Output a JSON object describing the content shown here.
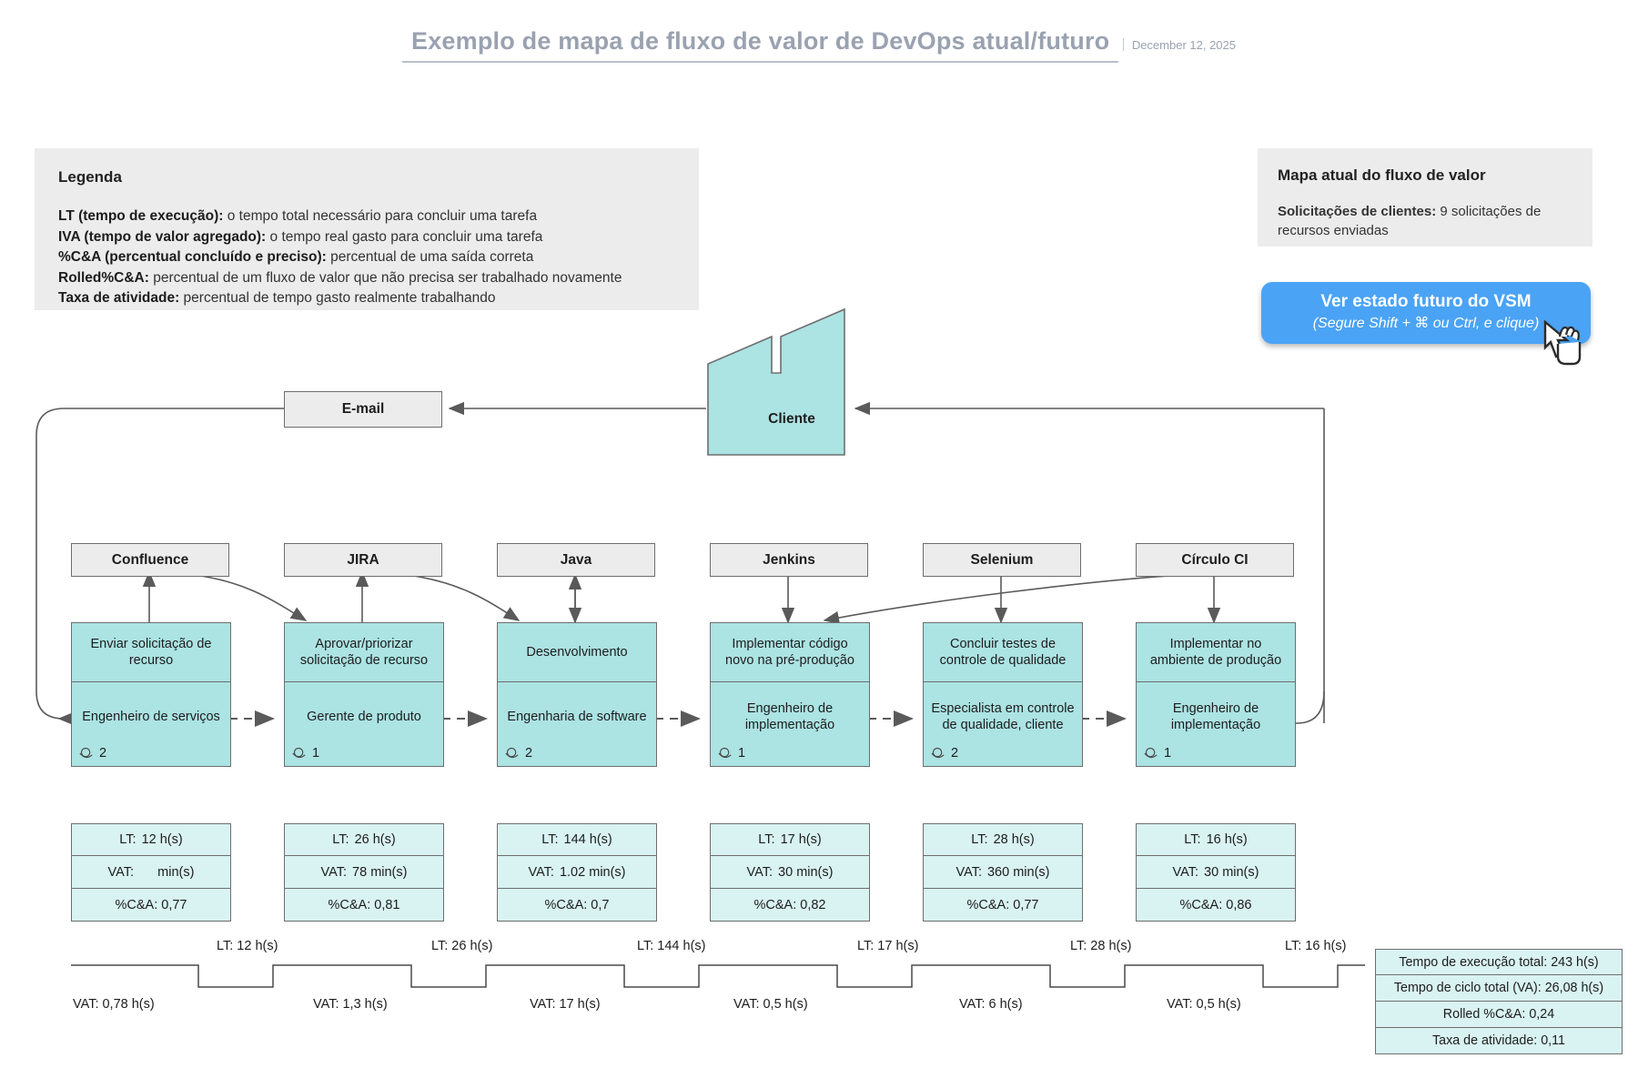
{
  "header": {
    "title": "Exemplo de mapa de fluxo de valor de DevOps atual/futuro",
    "date": "December 12, 2025"
  },
  "legend": {
    "title": "Legenda",
    "lines": [
      {
        "term": "LT (tempo de execução):",
        "desc": " o tempo total necessário para concluir uma tarefa"
      },
      {
        "term": "IVA (tempo de valor agregado):",
        "desc": " o tempo real gasto para concluir uma tarefa"
      },
      {
        "term": "%C&A (percentual concluído e preciso):",
        "desc": " percentual de uma saída correta"
      },
      {
        "term": "Rolled%C&A:",
        "desc": " percentual de um fluxo de valor que não precisa ser trabalhado novamente"
      },
      {
        "term": "Taxa de atividade:",
        "desc": " percentual de tempo gasto realmente trabalhando"
      }
    ]
  },
  "info_panel": {
    "title": "Mapa atual do fluxo de valor",
    "body_term": "Solicitações de clientes:",
    "body_desc": " 9 solicitações de recursos enviadas"
  },
  "cta": {
    "label": "Ver estado futuro do VSM",
    "sublabel": "(Segure Shift + ⌘ ou Ctrl, e clique)",
    "color": "#4aa3f5"
  },
  "nodes": {
    "email": "E-mail",
    "cliente": "Cliente"
  },
  "systems": [
    "Confluence",
    "JIRA",
    "Java",
    "Jenkins",
    "Selenium",
    "Círculo CI"
  ],
  "processes": [
    {
      "task": "Enviar solicitação de recurso",
      "role": "Engenheiro de serviços",
      "count": "2"
    },
    {
      "task": "Aprovar/priorizar solicitação de recurso",
      "role": "Gerente de produto",
      "count": "1"
    },
    {
      "task": "Desenvolvimento",
      "role": "Engenharia de software",
      "count": "2"
    },
    {
      "task": "Implementar código novo na pré-produção",
      "role": "Engenheiro de implementação",
      "count": "1"
    },
    {
      "task": "Concluir testes de controle de qualidade",
      "role": "Especialista em controle de qualidade, cliente",
      "count": "2"
    },
    {
      "task": "Implementar no ambiente de produção",
      "role": "Engenheiro de implementação",
      "count": "1"
    }
  ],
  "metrics": [
    {
      "lt_label": "LT:",
      "lt_value": "12 h(s)",
      "vat_label": "VAT:",
      "vat_value": "",
      "vat_unit": "min(s)",
      "ca": "%C&A: 0,77"
    },
    {
      "lt_label": "LT:",
      "lt_value": "26 h(s)",
      "vat_label": "VAT:",
      "vat_value": "78",
      "vat_unit": "min(s)",
      "ca": "%C&A: 0,81"
    },
    {
      "lt_label": "LT:",
      "lt_value": "144 h(s)",
      "vat_label": "VAT:",
      "vat_value": "1.02",
      "vat_unit": "min(s)",
      "ca": "%C&A: 0,7"
    },
    {
      "lt_label": "LT:",
      "lt_value": "17 h(s)",
      "vat_label": "VAT:",
      "vat_value": "30",
      "vat_unit": "min(s)",
      "ca": "%C&A: 0,82"
    },
    {
      "lt_label": "LT:",
      "lt_value": "28 h(s)",
      "vat_label": "VAT:",
      "vat_value": "360",
      "vat_unit": "min(s)",
      "ca": "%C&A: 0,77"
    },
    {
      "lt_label": "LT:",
      "lt_value": "16 h(s)",
      "vat_label": "VAT:",
      "vat_value": "30",
      "vat_unit": "min(s)",
      "ca": "%C&A: 0,86"
    }
  ],
  "timeline": {
    "lt_labels": [
      "LT: 12 h(s)",
      "LT: 26 h(s)",
      "LT: 144 h(s)",
      "LT: 17 h(s)",
      "LT: 28 h(s)",
      "LT: 16 h(s)"
    ],
    "vat_labels": [
      "VAT:  0,78 h(s)",
      "VAT:  1,3 h(s)",
      "VAT:  17 h(s)",
      "VAT:  0,5 h(s)",
      "VAT:  6 h(s)",
      "VAT:  0,5 h(s)"
    ]
  },
  "summary": [
    "Tempo de execução total: 243 h(s)",
    "Tempo de ciclo total (VA): 26,08 h(s)",
    "Rolled %C&A: 0,24",
    "Taxa de atividade: 0,11"
  ]
}
